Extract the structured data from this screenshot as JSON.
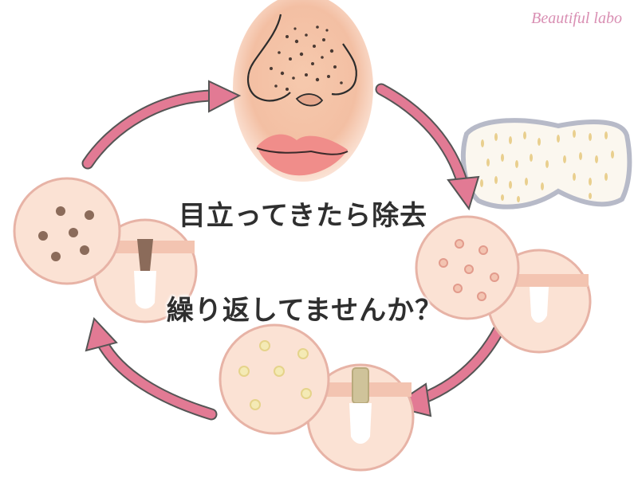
{
  "watermark": "Beautiful labo",
  "headline": {
    "line1": "目立ってきたら除去",
    "line2": "繰り返してませんか？"
  }
}
